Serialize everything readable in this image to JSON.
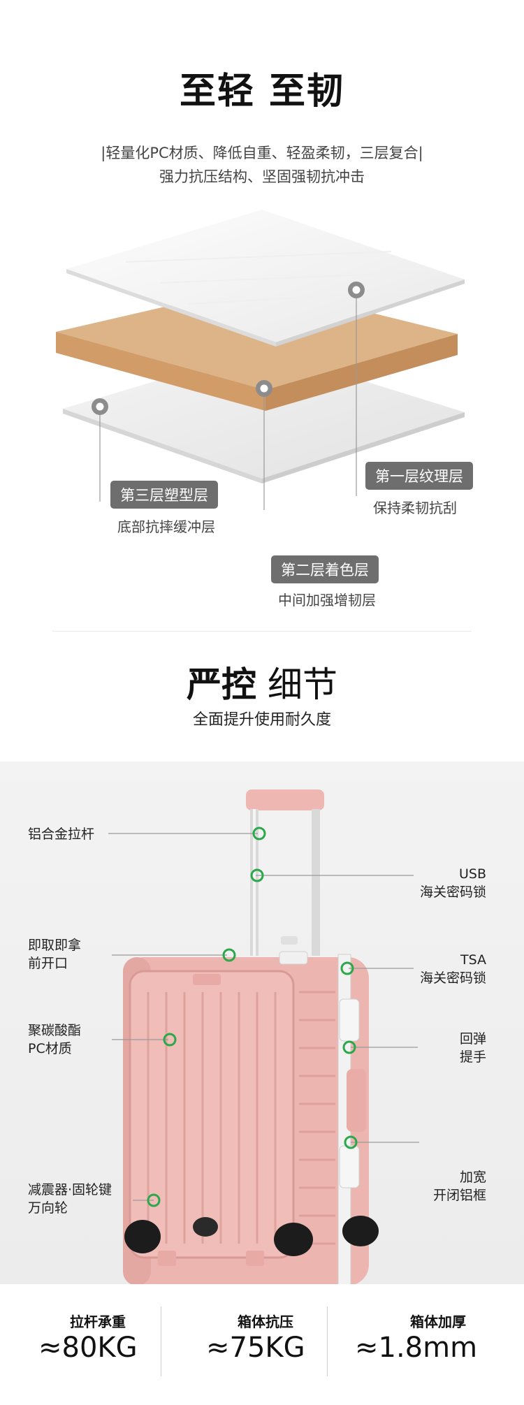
{
  "section1": {
    "title": "至轻 至韧",
    "subtitle_line1": "|轻量化PC材质、降低自重、轻盈柔韧，三层复合|",
    "subtitle_line2": "强力抗压结构、坚固强韧抗冲击",
    "layers": [
      {
        "badge": "第三层塑型层",
        "desc": "底部抗摔缓冲层"
      },
      {
        "badge": "第一层纹理层",
        "desc": "保持柔韧抗刮"
      },
      {
        "badge": "第二层着色层",
        "desc": "中间加强增韧层"
      }
    ]
  },
  "section2": {
    "title_bold": "严控",
    "title_light": "细节",
    "subtitle": "全面提升使用耐久度",
    "left_labels": [
      {
        "line1": "铝合金拉杆",
        "line2": ""
      },
      {
        "line1": "即取即拿",
        "line2": "前开口"
      },
      {
        "line1": "聚碳酸酯",
        "line2": "PC材质"
      },
      {
        "line1": "减震器·固轮键",
        "line2": "万向轮"
      }
    ],
    "right_labels": [
      {
        "line1": "USB",
        "line2": "海关密码锁"
      },
      {
        "line1": "TSA",
        "line2": "海关密码锁"
      },
      {
        "line1": "回弹",
        "line2": "提手"
      },
      {
        "line1": "加宽",
        "line2": "开闭铝框"
      }
    ]
  },
  "stats": [
    {
      "label": "拉杆承重",
      "value": "≈80KG"
    },
    {
      "label": "箱体抗压",
      "value": "≈75KG"
    },
    {
      "label": "箱体加厚",
      "value": "≈1.8mm"
    }
  ],
  "colors": {
    "accent_green": "#2aa84a",
    "case_pink": "#ecb5b0",
    "tan_layer": "#d4a77a",
    "badge_gray": "#6e6e6e"
  }
}
